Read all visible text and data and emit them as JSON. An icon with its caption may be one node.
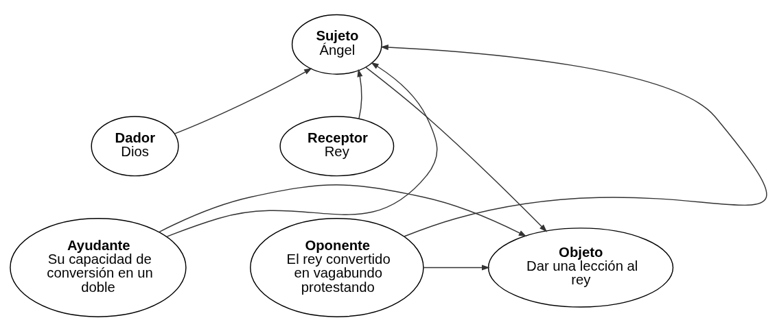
{
  "diagram": {
    "nodes": [
      {
        "text": [
          "Sujeto",
          "Ángel"
        ]
      },
      {
        "text": [
          "Dador",
          "Dios"
        ]
      },
      {
        "text": [
          "Receptor",
          "Rey"
        ]
      },
      {
        "text": [
          "Ayudante",
          "Su capacidad de conversión en un doble"
        ]
      },
      {
        "text": [
          "Objeto",
          "Dar una lección al rey"
        ]
      },
      {
        "text": [
          "Oponente",
          "El rey convertido en vagabundo protestando"
        ]
      }
    ],
    "edges": [
      {
        "from": 1,
        "to": 0,
        "arrow": "to"
      },
      {
        "from": 2,
        "to": 0,
        "arrow": "to"
      },
      {
        "from": 3,
        "to": 0,
        "arrow": "to"
      },
      {
        "from": 5,
        "to": 0,
        "arrow": "to"
      },
      {
        "from": 0,
        "to": 4,
        "arrow": "to"
      },
      {
        "from": 3,
        "to": 4,
        "arrow": "to"
      },
      {
        "from": 5,
        "to": 4,
        "arrow": "to"
      }
    ]
  }
}
